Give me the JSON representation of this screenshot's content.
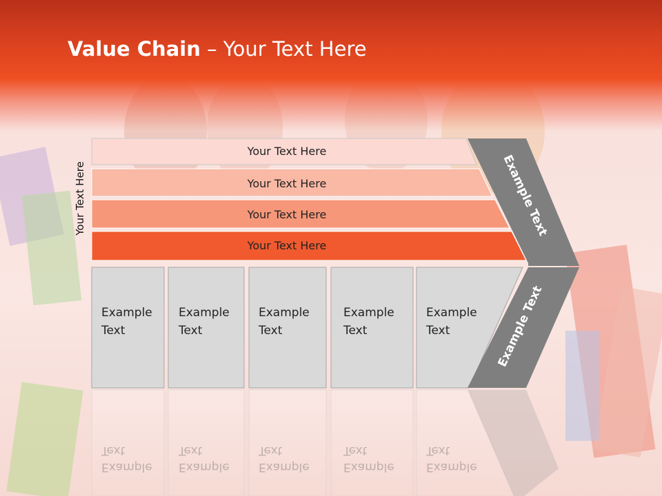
{
  "title": {
    "bold": "Value Chain",
    "rest": " – Your Text Here"
  },
  "side_label": "Your Text Here",
  "bands": [
    {
      "label": "Your Text Here",
      "color": "#fcd9d2"
    },
    {
      "label": "Your Text Here",
      "color": "#f9b9a5"
    },
    {
      "label": "Your Text Here",
      "color": "#f6977a"
    },
    {
      "label": "Your Text Here",
      "color": "#f05a2e"
    }
  ],
  "activities": [
    {
      "line1": "Example",
      "line2": "Text"
    },
    {
      "line1": "Example",
      "line2": "Text"
    },
    {
      "line1": "Example",
      "line2": "Text"
    },
    {
      "line1": "Example",
      "line2": "Text"
    },
    {
      "line1": "Example",
      "line2": "Text"
    }
  ],
  "arrow_top_text": "Example Text",
  "arrow_bottom_text": "Example Text",
  "colors": {
    "header": "#e0421f",
    "box_fill": "#d9d9d9",
    "arrow": "#7f7f7f"
  }
}
